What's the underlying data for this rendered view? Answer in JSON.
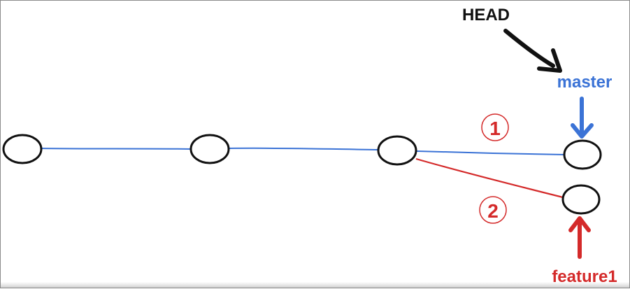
{
  "colors": {
    "main_branch": "#3b73d6",
    "feature_branch": "#d42a2a",
    "head": "#111111",
    "commit_stroke": "#111111"
  },
  "labels": {
    "head": "HEAD",
    "master": "master",
    "feature": "feature1",
    "step_one": "1",
    "step_two": "2"
  }
}
